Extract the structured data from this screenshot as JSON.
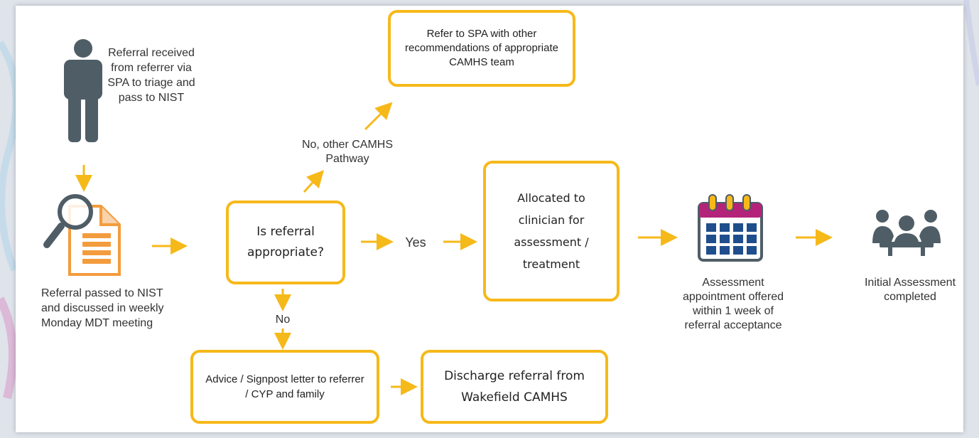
{
  "colors": {
    "accent": "#f6b91a",
    "doc_orange": "#f39c3d",
    "person_gray": "#4f5d66",
    "calendar_header": "#b3237a",
    "calendar_cells": "#1f4e8c"
  },
  "diagram": {
    "referral_received": "Referral received from referrer via SPA to triage and pass to NIST",
    "referral_passed": "Referral passed to NIST and discussed in weekly Monday MDT meeting",
    "is_appropriate": "Is referral appropriate?",
    "no_other_pathway": "No, other CAMHS Pathway",
    "refer_to_spa": "Refer to SPA with other recommendations of appropriate CAMHS team",
    "yes": "Yes",
    "allocated": "Allocated to clinician for assessment / treatment",
    "no": "No",
    "advice": "Advice / Signpost letter to referrer / CYP and family",
    "discharge": "Discharge referral from Wakefield CAMHS",
    "assessment_offered": "Assessment appointment offered within 1 week of referral acceptance",
    "initial_completed": "Initial Assessment completed"
  },
  "icons": [
    "person-icon",
    "document-search-icon",
    "calendar-icon",
    "meeting-group-icon"
  ]
}
